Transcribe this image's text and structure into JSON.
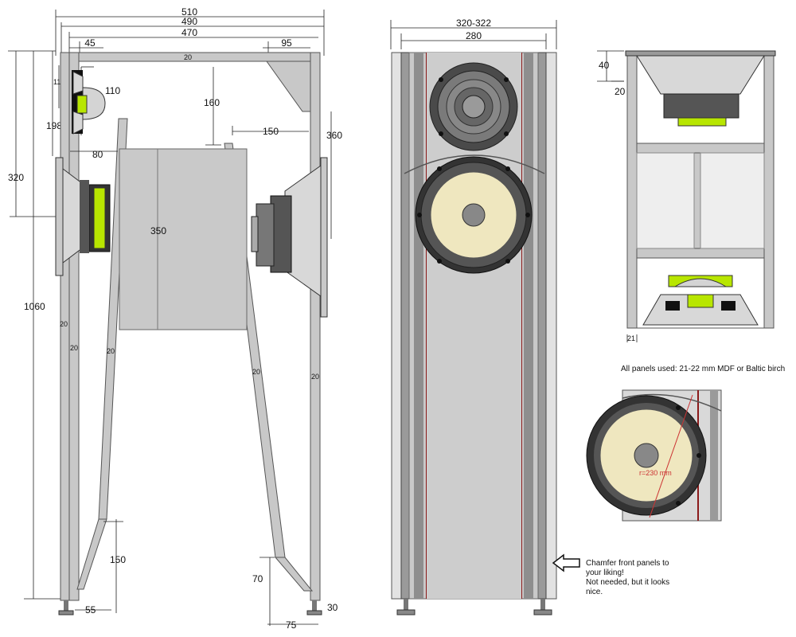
{
  "side_view": {
    "dims": {
      "overall_depth": "510",
      "depth_490": "490",
      "depth_470": "470",
      "offset_45": "45",
      "offset_95": "95",
      "top_panel": "20",
      "tweeter_h": "110",
      "tweeter_gap": "110",
      "gap_160": "160",
      "v198": "198",
      "h80": "80",
      "h150": "150",
      "h360": "360",
      "h320": "320",
      "h350": "350",
      "h1060": "1060",
      "p20a": "20",
      "p20b": "20",
      "p20c": "20",
      "p20d": "20",
      "p20e": "20",
      "h150b": "150",
      "h70": "70",
      "h55": "55",
      "h75": "75",
      "h30": "30"
    }
  },
  "front_view": {
    "dims": {
      "width_outer": "320-322",
      "width_inner": "280"
    }
  },
  "top_view": {
    "dims": {
      "d40": "40",
      "d20": "20",
      "d21": "21"
    }
  },
  "notes": {
    "panels": "All panels used: 21-22 mm MDF or Baltic birch",
    "radius": "r=230 mm",
    "chamfer_line1": "Chamfer front panels to",
    "chamfer_line2": "your liking!",
    "chamfer_line3": "Not needed, but it looks",
    "chamfer_line4": "nice."
  },
  "colors": {
    "panel": "#c8c8c8",
    "driver_accent": "#b8e600",
    "cone": "#efe7bf",
    "stripe": "#8b1a1a"
  }
}
